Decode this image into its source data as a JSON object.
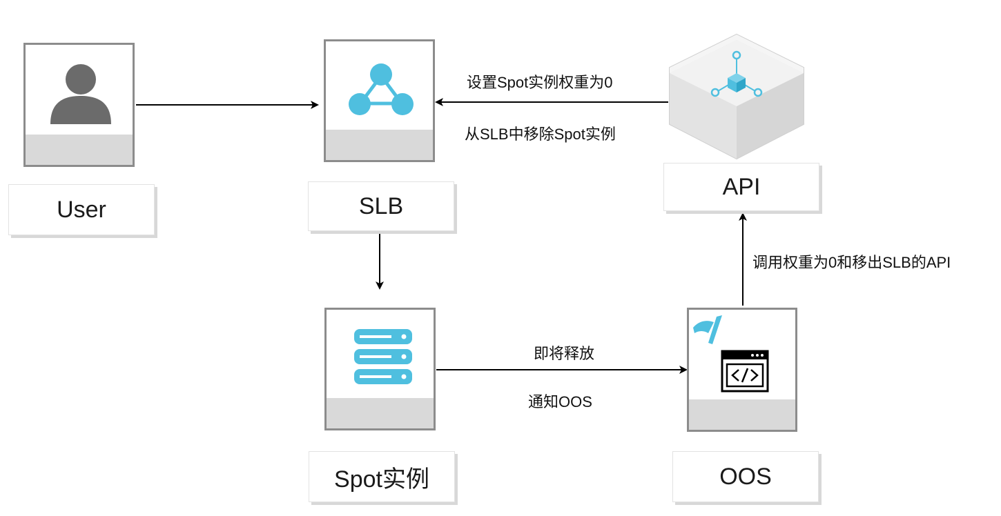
{
  "nodes": {
    "user": {
      "label": "User",
      "icon": "person-icon"
    },
    "slb": {
      "label": "SLB",
      "icon": "load-balancer-icon"
    },
    "spot": {
      "label": "Spot实例",
      "icon": "server-stack-icon"
    },
    "oos": {
      "label": "OOS",
      "icon": "code-window-icon"
    },
    "api": {
      "label": "API",
      "icon": "api-cube-icon"
    }
  },
  "edges": {
    "api_to_slb_top": "设置Spot实例权重为0",
    "api_to_slb_bottom": "从SLB中移除Spot实例",
    "oos_to_api": "调用权重为0和移出SLB的API",
    "spot_to_oos_top": "即将释放",
    "spot_to_oos_bottom": "通知OOS"
  },
  "colors": {
    "icon_blue": "#4fbfdf",
    "icon_gray": "#6b6b6b",
    "border": "#8c8c8c",
    "strip": "#d9d9d9"
  }
}
